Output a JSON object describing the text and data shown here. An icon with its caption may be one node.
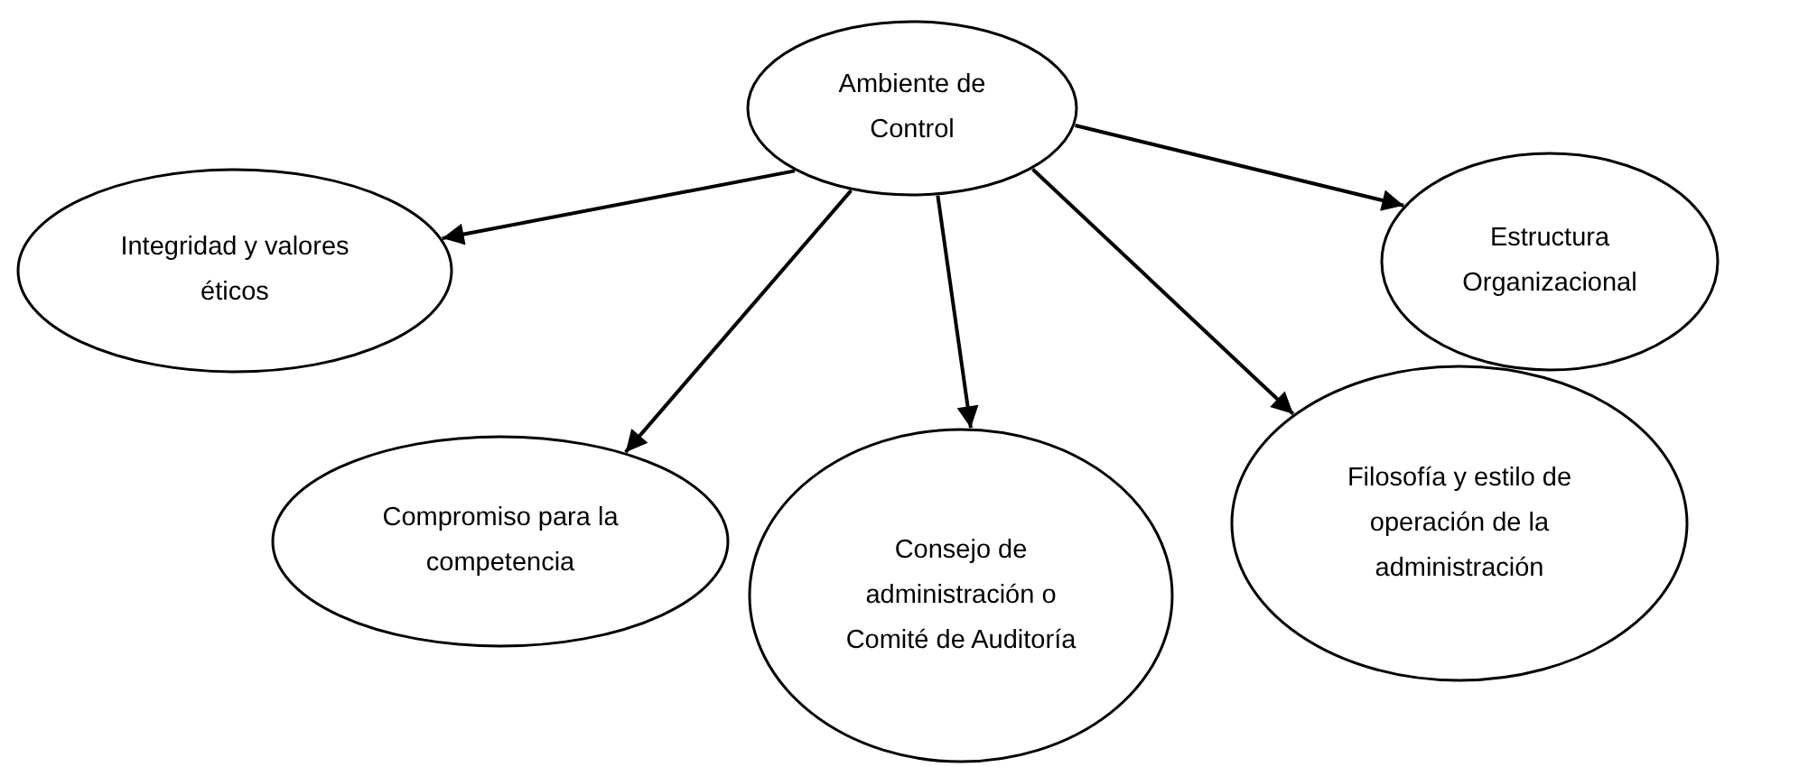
{
  "diagram": {
    "nodes": [
      {
        "text": [
          "Ambiente de Control"
        ]
      },
      {
        "text": [
          "Integridad y valores éticos"
        ]
      },
      {
        "text": [
          "Compromiso para la competencia"
        ]
      },
      {
        "text": [
          "Consejo de administración o Comité de Auditoría"
        ]
      },
      {
        "text": [
          "Filosofía y estilo de operación de la administración"
        ]
      },
      {
        "text": [
          "Estructura Organizacional"
        ]
      }
    ],
    "edges": [
      {
        "from": 0,
        "to": 1,
        "arrow": "to"
      },
      {
        "from": 0,
        "to": 2,
        "arrow": "to"
      },
      {
        "from": 0,
        "to": 3,
        "arrow": "to"
      },
      {
        "from": 0,
        "to": 4,
        "arrow": "to"
      },
      {
        "from": 0,
        "to": 5,
        "arrow": "to"
      }
    ]
  }
}
